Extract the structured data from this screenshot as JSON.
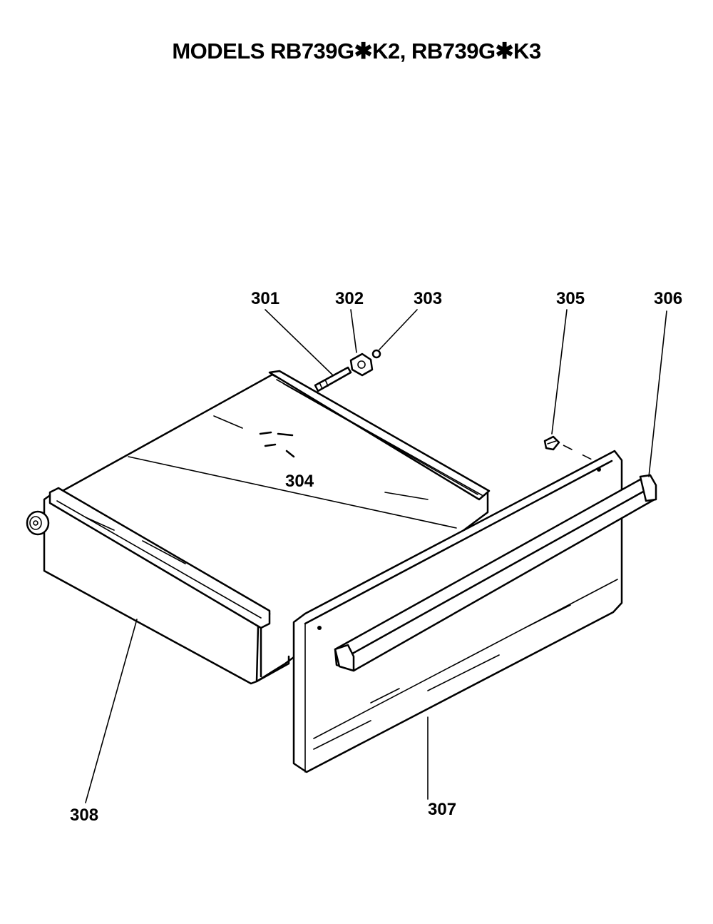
{
  "title": "MODELS RB739G✱K2, RB739G✱K3",
  "callouts": {
    "c301": "301",
    "c302": "302",
    "c303": "303",
    "c304": "304",
    "c305": "305",
    "c306": "306",
    "c307": "307",
    "c308": "308"
  },
  "colors": {
    "line": "#000000",
    "background": "#ffffff"
  }
}
